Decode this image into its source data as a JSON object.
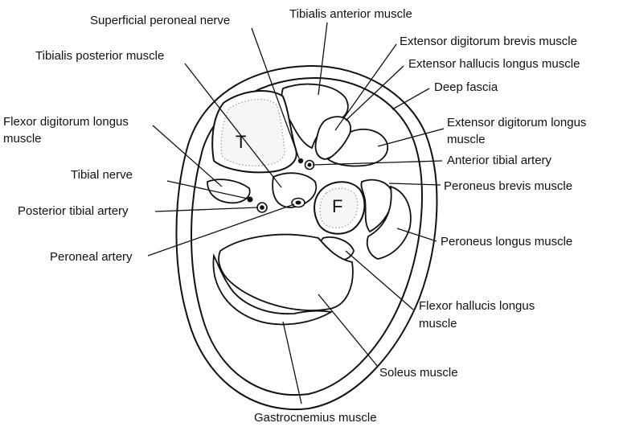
{
  "labels": {
    "superficial_peroneal_nerve": "Superficial peroneal nerve",
    "tibialis_anterior": "Tibialis anterior muscle",
    "extensor_digitorum_brevis": "Extensor digitorum brevis  muscle",
    "tibialis_posterior": "Tibialis posterior muscle",
    "extensor_hallucis_longus": "Extensor hallucis longus  muscle",
    "deep_fascia": "Deep fascia",
    "flexor_digitorum_longus_1": "Flexor digitorum longus",
    "flexor_digitorum_longus_2": "muscle",
    "extensor_digitorum_longus_1": "Extensor digitorum longus",
    "extensor_digitorum_longus_2": "muscle",
    "anterior_tibial_artery": "Anterior tibial artery",
    "tibial_nerve": "Tibial nerve",
    "peroneus_brevis": "Peroneus brevis muscle",
    "posterior_tibial_artery": "Posterior tibial artery",
    "peroneal_artery": "Peroneal artery",
    "peroneus_longus": "Peroneus longus muscle",
    "flexor_hallucis_longus_1": "Flexor hallucis longus",
    "flexor_hallucis_longus_2": "muscle",
    "soleus": "Soleus muscle",
    "gastrocnemius": "Gastrocnemius muscle"
  },
  "bones": {
    "tibia": "T",
    "fibula": "F"
  }
}
